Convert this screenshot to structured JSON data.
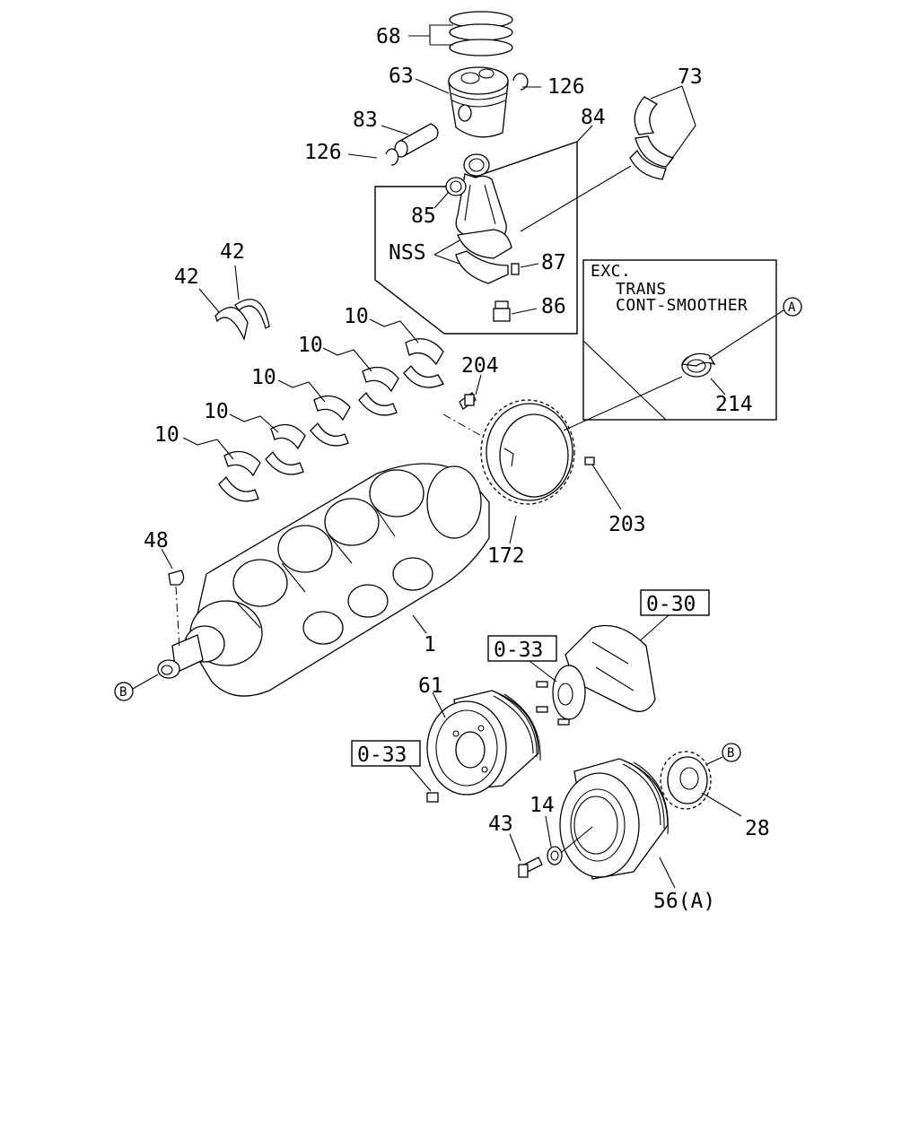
{
  "labels": {
    "rings": "68",
    "piston": "63",
    "snap_ring_right": "126",
    "bearing_73": "73",
    "piston_pin": "83",
    "conrod_assy": "84",
    "snap_ring_left": "126",
    "bushing": "85",
    "nss": "NSS",
    "nut": "87",
    "conrod_bolt": "86",
    "thrust_42a": "42",
    "thrust_42b": "42",
    "bearing_10_a": "10",
    "bearing_10_b": "10",
    "bearing_10_c": "10",
    "bearing_10_d": "10",
    "bearing_10_e": "10",
    "bolt_204": "204",
    "gear_172": "172",
    "pin_203": "203",
    "seal_214": "214",
    "key_48": "48",
    "crankshaft": "1",
    "pulley_61": "61",
    "damper_56": "56(A)",
    "gear_28": "28",
    "washer_14": "14",
    "bolt_43": "43"
  },
  "refs": {
    "water_pump_group": "0-30",
    "pump_bolts_group": "0-33",
    "pulley_nuts_group": "0-33"
  },
  "note": {
    "line1": "EXC.",
    "line2": "TRANS",
    "line3": "CONT-SMOOTHER"
  },
  "markers": {
    "a_callout": "A",
    "b_crank": "B",
    "b_gear": "B"
  }
}
